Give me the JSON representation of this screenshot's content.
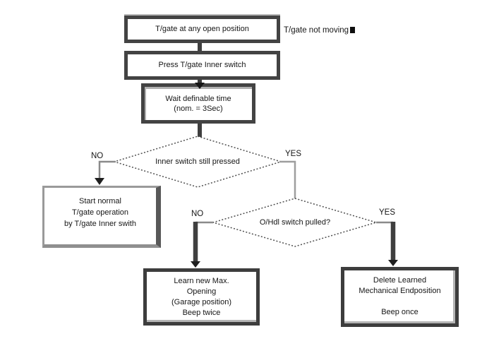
{
  "diagram": {
    "title_context": "T/gate learning flowchart",
    "boxes": {
      "start": {
        "label": "T/gate at any open position"
      },
      "press": {
        "label": "Press T/gate Inner switch"
      },
      "wait": {
        "lines": [
          "Wait definable time",
          "(nom. = 3Sec)"
        ]
      },
      "normal_op": {
        "lines": [
          "Start normal",
          "T/gate operation",
          "by T/gate Inner swith"
        ]
      },
      "learn_max": {
        "lines": [
          "Learn new Max.",
          "Opening",
          "(Garage position)",
          "Beep twice"
        ]
      },
      "delete_learned": {
        "lines": [
          "Delete Learned",
          "Mechanical Endposition",
          "",
          "Beep once"
        ]
      }
    },
    "decisions": {
      "inner_switch": {
        "question": "Inner switch still pressed",
        "no_label": "NO",
        "yes_label": "YES"
      },
      "ohdl_switch": {
        "question": "O/Hdl switch pulled?",
        "no_label": "NO",
        "yes_label": "YES"
      }
    },
    "annotations": {
      "start_note": "T/gate not moving"
    },
    "colors": {
      "connector_dark": "#3f3f3f",
      "connector_light": "#8f8f8f",
      "border_dark": "#3d3d3d",
      "border_light": "#9a9a9a",
      "text": "#161616",
      "background": "#ffffff"
    }
  }
}
